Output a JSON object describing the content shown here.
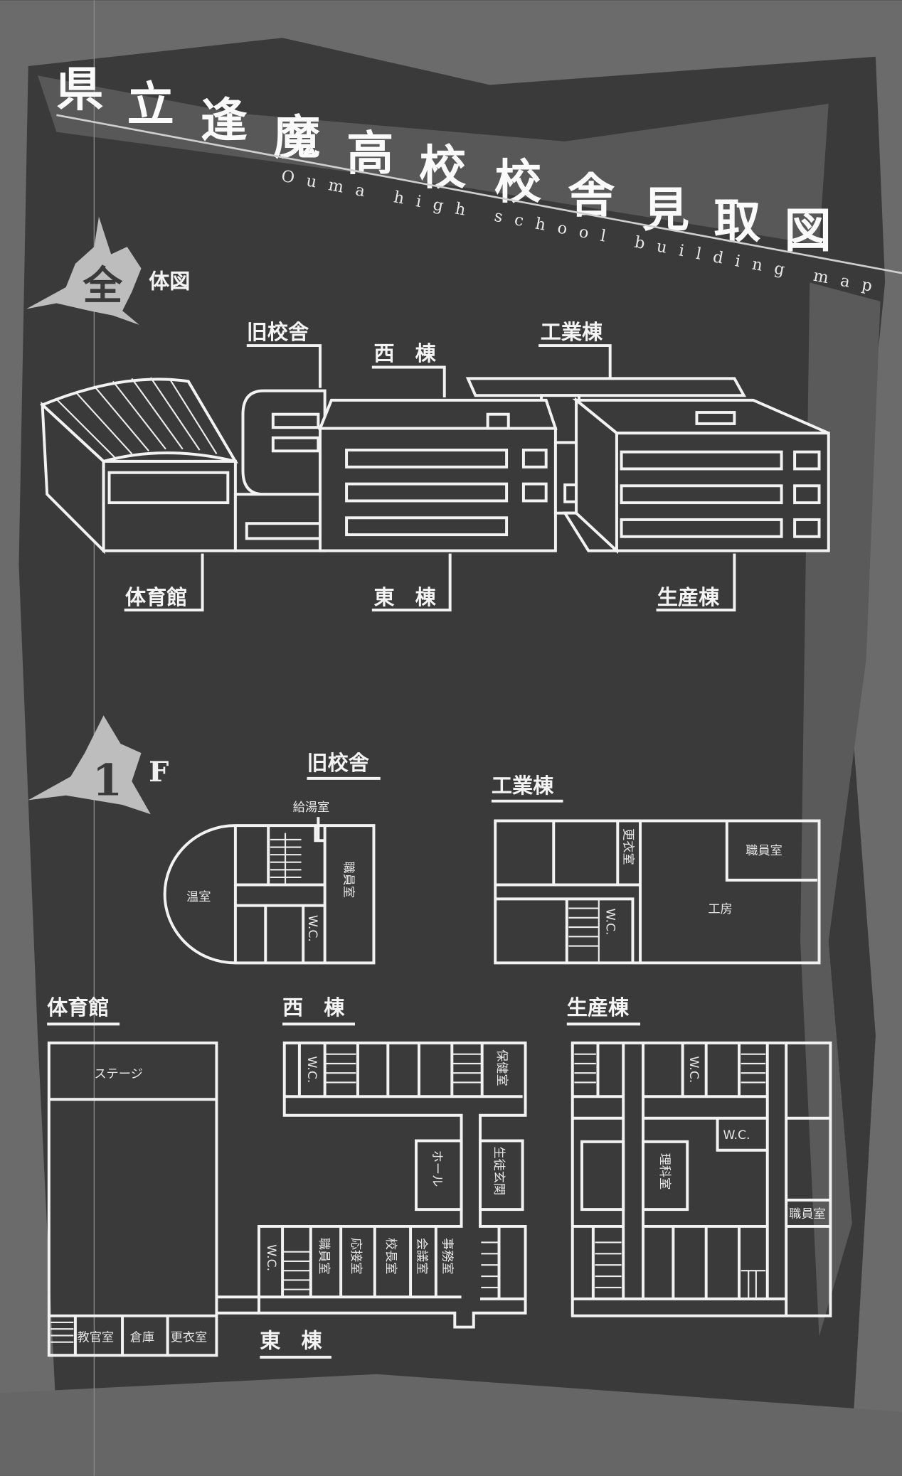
{
  "title": {
    "chars": [
      "県",
      "立",
      "逢",
      "魔",
      "高",
      "校",
      "校",
      "舎",
      "見",
      "取",
      "図"
    ],
    "subtitle": "Ouma high school building map"
  },
  "overview": {
    "splat_glyph": "全",
    "heading": "体図",
    "labels": {
      "old_building": "旧校舎",
      "west": "西　棟",
      "industrial": "工業棟",
      "gym": "体育館",
      "east": "東　棟",
      "production": "生産棟"
    }
  },
  "floor1": {
    "splat_glyph": "1",
    "heading": "F",
    "old_building": {
      "label": "旧校舎",
      "rooms": [
        "給湯室",
        "温室",
        "職員室",
        "W.C."
      ]
    },
    "industrial": {
      "label": "工業棟",
      "rooms": [
        "更衣室",
        "職員室",
        "W.C.",
        "工房"
      ]
    },
    "gym": {
      "label": "体育館",
      "rooms": [
        "ステージ",
        "教官室",
        "倉庫",
        "更衣室"
      ]
    },
    "west": {
      "label": "西　棟",
      "rooms": [
        "W.C.",
        "保健室",
        "ホール",
        "生徒玄関"
      ]
    },
    "east": {
      "label": "東　棟",
      "rooms": [
        "W.C.",
        "職員室",
        "応接室",
        "校長室",
        "会議室",
        "事務室"
      ]
    },
    "production": {
      "label": "生産棟",
      "rooms": [
        "W.C.",
        "W.C.",
        "理科室",
        "職員室"
      ]
    }
  },
  "colors": {
    "background": "#3a3a3a",
    "border_texture": "#6d6d6d",
    "lines": "#f2f2f2"
  }
}
